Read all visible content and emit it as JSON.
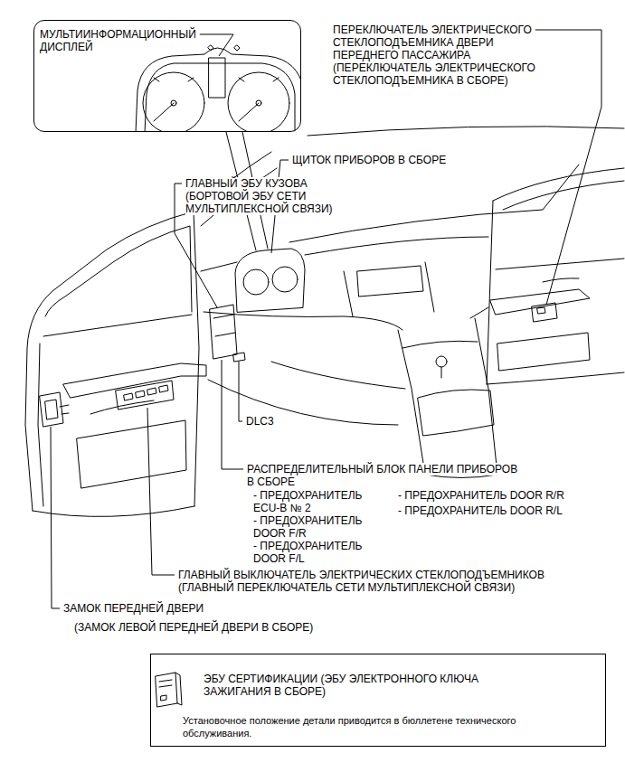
{
  "diagram": {
    "nodes": [
      {
        "text": [
          "МУЛЬТИИНФОРМАЦИОННЫЙ ДИСПЛЕЙ"
        ]
      },
      {
        "text": [
          "ЭБУ СЕРТИФИКАЦИИ (ЭБУ ЭЛЕКТРОННОГО КЛЮЧА ЗАЖИГАНИЯ В СБОРЕ)",
          "Установочное положение детали приводится в бюллетене технического обслуживания."
        ]
      }
    ],
    "labels": [
      "ПЕРЕКЛЮЧАТЕЛЬ ЭЛЕКТРИЧЕСКОГО СТЕКЛОПОДЪЕМНИКА ДВЕРИ ПЕРЕДНЕГО ПАССАЖИРА (ПЕРЕКЛЮЧАТЕЛЬ ЭЛЕКТРИЧЕСКОГО СТЕКЛОПОДЪЕМНИКА В СБОРЕ)",
      "ГЛАВНЫЙ ЭБУ КУЗОВА (БОРТОВОЙ ЭБУ СЕТИ МУЛЬТИПЛЕКСНОЙ СВЯЗИ)",
      "ЩИТОК ПРИБОРОВ В СБОРЕ",
      "DLC3",
      "РАСПРЕДЕЛИТЕЛЬНЫЙ БЛОК ПАНЕЛИ ПРИБОРОВ В СБОРЕ",
      "- ПРЕДОХРАНИТЕЛЬ ECU-B № 2",
      "- ПРЕДОХРАНИТЕЛЬ DOOR F/R",
      "- ПРЕДОХРАНИТЕЛЬ DOOR F/L",
      "- ПРЕДОХРАНИТЕЛЬ DOOR R/R",
      "- ПРЕДОХРАНИТЕЛЬ DOOR R/L",
      "ГЛАВНЫЙ ВЫКЛЮЧАТЕЛЬ ЭЛЕКТРИЧЕСКИХ СТЕКЛОПОДЪЕМНИКОВ (ГЛАВНЫЙ ПЕРЕКЛЮЧАТЕЛЬ СЕТИ МУЛЬТИПЛЕКСНОЙ СВЯЗИ)",
      "ЗАМОК ПЕРЕДНЕЙ ДВЕРИ",
      "(ЗАМОК ЛЕВОЙ ПЕРЕДНЕЙ ДВЕРИ В СБОРЕ)"
    ]
  }
}
